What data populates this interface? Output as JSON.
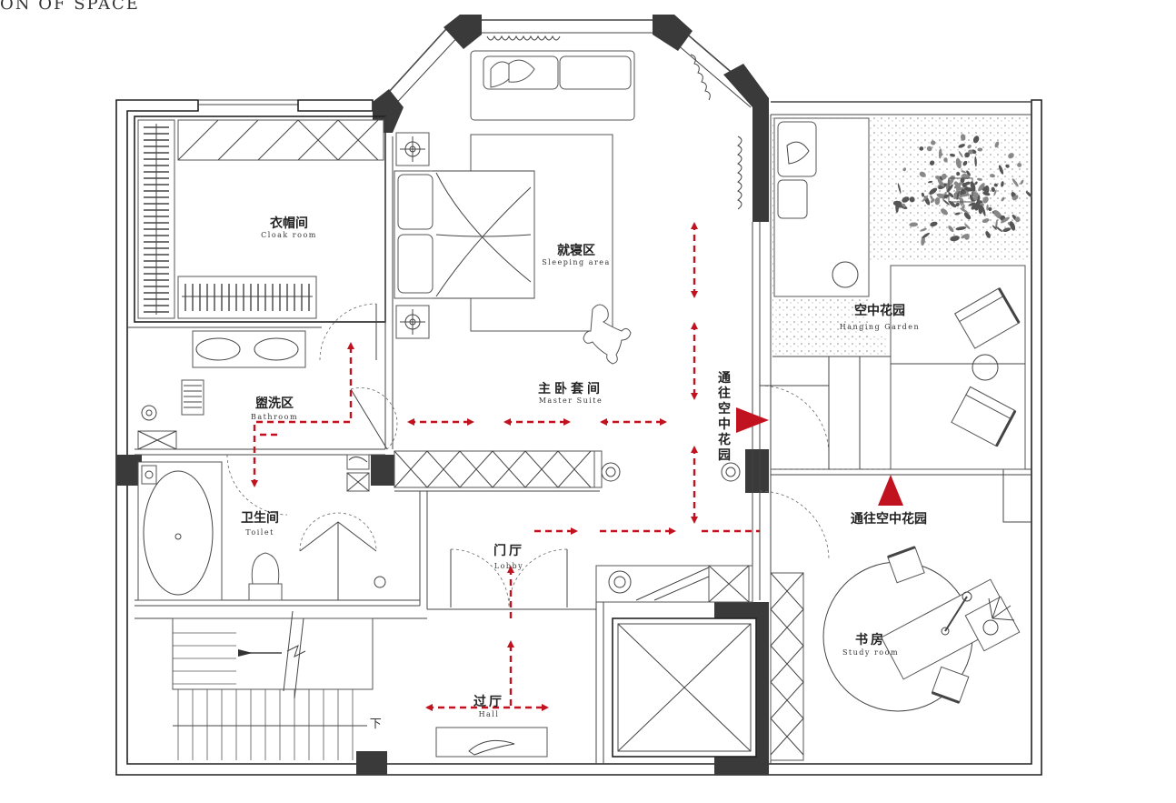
{
  "header": {
    "title": "ON OF SPACE"
  },
  "rooms": [
    {
      "id": "cloak",
      "zh": "衣帽间",
      "en": "Cloak room"
    },
    {
      "id": "sleeping",
      "zh": "就寝区",
      "en": "Sleeping area"
    },
    {
      "id": "master",
      "zh": "主卧套间",
      "en": "Master Suite"
    },
    {
      "id": "garden",
      "zh": "空中花园",
      "en": "Hanging Garden"
    },
    {
      "id": "bath",
      "zh": "盥洗区",
      "en": "Bathroom"
    },
    {
      "id": "toilet",
      "zh": "卫生间",
      "en": "Toilet"
    },
    {
      "id": "lobby",
      "zh": "门厅",
      "en": "Lobby"
    },
    {
      "id": "study",
      "zh": "书房",
      "en": "Study room"
    },
    {
      "id": "hall",
      "zh": "过厅",
      "en": "Hall"
    }
  ],
  "annotations": {
    "to_garden_vertical": "通往空中花园",
    "to_garden_horizontal": "通往空中花园",
    "stair_down": "下"
  },
  "colors": {
    "flow_arrow": "#c1121f",
    "wall": "#222222",
    "column": "#3a3a3a"
  }
}
